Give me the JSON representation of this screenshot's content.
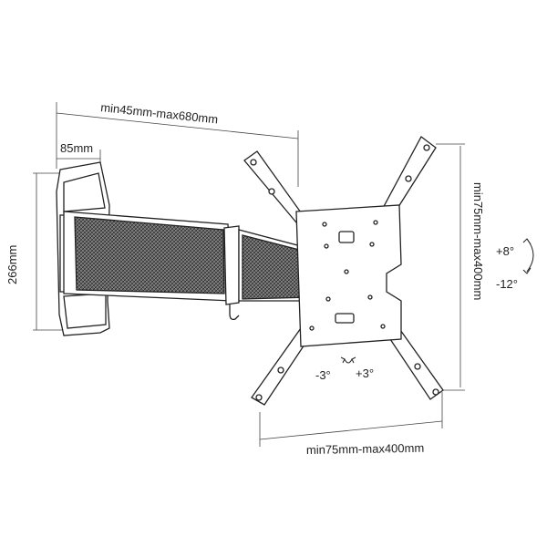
{
  "dimensions": {
    "arm_extension": "min45mm-max680mm",
    "wall_plate_depth": "85mm",
    "wall_plate_height": "266mm",
    "vesa_vertical": "min75mm-max400mm",
    "vesa_horizontal": "min75mm-max400mm"
  },
  "tilt": {
    "up": "+8°",
    "down": "-12°"
  },
  "swivel": {
    "left": "-3°",
    "right": "+3°"
  },
  "colors": {
    "line": "#222222",
    "mesh_fill": "#5a5a5a",
    "metal_fill": "#ffffff"
  }
}
